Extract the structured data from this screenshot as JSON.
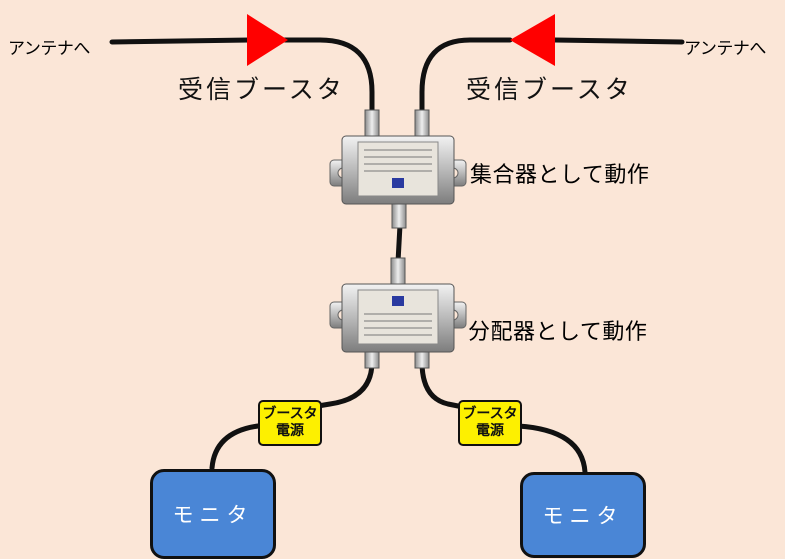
{
  "antenna_label_left": "アンテナへ",
  "antenna_label_right": "アンテナへ",
  "booster_label_left": "受信ブースタ",
  "booster_label_right": "受信ブースタ",
  "combiner_label": "集合器として動作",
  "splitter_label": "分配器として動作",
  "power_tag_left": {
    "line1": "ブースタ",
    "line2": "電源"
  },
  "power_tag_right": {
    "line1": "ブースタ",
    "line2": "電源"
  },
  "monitor_left": "モニタ",
  "monitor_right": "モニタ",
  "colors": {
    "background": "#fbe6d7",
    "booster_arrow": "#ff0000",
    "monitor_fill": "#4a86d6",
    "power_tag_fill": "#fdf000",
    "cable": "#111111"
  }
}
